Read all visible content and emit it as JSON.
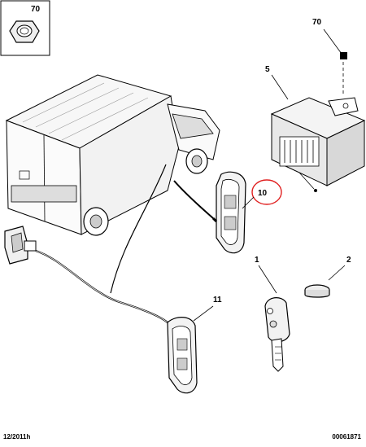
{
  "callouts": {
    "nut_box": "70",
    "nut_top": "70",
    "relay_box": "5",
    "antenna": "10",
    "key": "1",
    "battery": "2",
    "sensor": "11"
  },
  "footer": {
    "date": "12/2011h",
    "code": "00061871"
  },
  "colors": {
    "line": "#000000",
    "highlight": "#e02020"
  }
}
